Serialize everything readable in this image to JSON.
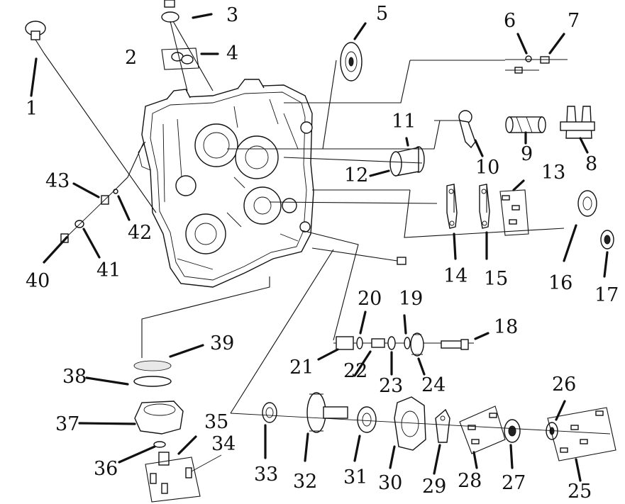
{
  "diagram": {
    "callouts": [
      {
        "id": "1",
        "text": "1"
      },
      {
        "id": "2",
        "text": "2"
      },
      {
        "id": "3",
        "text": "3"
      },
      {
        "id": "4",
        "text": "4"
      },
      {
        "id": "5",
        "text": "5"
      },
      {
        "id": "6",
        "text": "6"
      },
      {
        "id": "7",
        "text": "7"
      },
      {
        "id": "8",
        "text": "8"
      },
      {
        "id": "9",
        "text": "9"
      },
      {
        "id": "10",
        "text": "10"
      },
      {
        "id": "11",
        "text": "11"
      },
      {
        "id": "12",
        "text": "12"
      },
      {
        "id": "13",
        "text": "13"
      },
      {
        "id": "14",
        "text": "14"
      },
      {
        "id": "15",
        "text": "15"
      },
      {
        "id": "16",
        "text": "16"
      },
      {
        "id": "17",
        "text": "17"
      },
      {
        "id": "18",
        "text": "18"
      },
      {
        "id": "19",
        "text": "19"
      },
      {
        "id": "20",
        "text": "20"
      },
      {
        "id": "21",
        "text": "21"
      },
      {
        "id": "22",
        "text": "22"
      },
      {
        "id": "23",
        "text": "23"
      },
      {
        "id": "24",
        "text": "24"
      },
      {
        "id": "25",
        "text": "25"
      },
      {
        "id": "26",
        "text": "26"
      },
      {
        "id": "27",
        "text": "27"
      },
      {
        "id": "28",
        "text": "28"
      },
      {
        "id": "29",
        "text": "29"
      },
      {
        "id": "30",
        "text": "30"
      },
      {
        "id": "31",
        "text": "31"
      },
      {
        "id": "32",
        "text": "32"
      },
      {
        "id": "33",
        "text": "33"
      },
      {
        "id": "34",
        "text": "34"
      },
      {
        "id": "35",
        "text": "35"
      },
      {
        "id": "36",
        "text": "36"
      },
      {
        "id": "37",
        "text": "37"
      },
      {
        "id": "38",
        "text": "38"
      },
      {
        "id": "39",
        "text": "39"
      },
      {
        "id": "40",
        "text": "40"
      },
      {
        "id": "41",
        "text": "41"
      },
      {
        "id": "42",
        "text": "42"
      },
      {
        "id": "43",
        "text": "43"
      }
    ]
  }
}
